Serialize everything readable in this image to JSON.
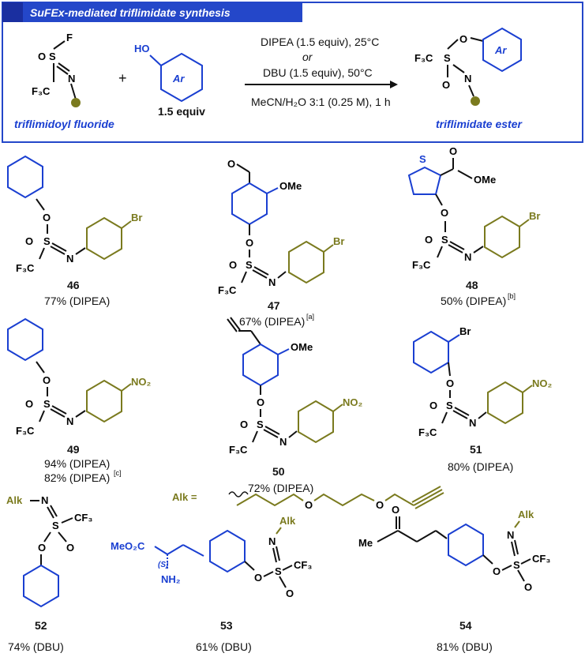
{
  "header": {
    "title": "SuFEx-mediated triflimidate synthesis"
  },
  "scheme": {
    "reagent_label": "triflimidoyl fluoride",
    "phenol_equiv": "1.5 equiv",
    "ar": "Ar",
    "conditions": {
      "line1": "DIPEA (1.5 equiv), 25°C",
      "or": "or",
      "line2": "DBU (1.5 equiv), 50°C",
      "line3": "MeCN/H₂O 3:1 (0.25 M), 1 h"
    },
    "product_label": "triflimidate ester",
    "plus": "+"
  },
  "atoms": {
    "F": "F",
    "S": "S",
    "O": "O",
    "N": "N",
    "CF3": "F₃C",
    "CF3r": "CF₃",
    "HO": "HO",
    "Br": "Br",
    "NO2": "NO₂",
    "OMe": "OMe",
    "Me": "Me",
    "MeO2C": "MeO₂C",
    "NH2": "NH₂",
    "S_stereo": "(S)",
    "Alk": "Alk",
    "Alk_eq": "Alk ="
  },
  "compounds": [
    {
      "id": "46",
      "yield": "77% (DIPEA)"
    },
    {
      "id": "47",
      "yield": "67% (DIPEA)",
      "note": "[a]"
    },
    {
      "id": "48",
      "yield": "50% (DIPEA)",
      "note": "[b]"
    },
    {
      "id": "49",
      "yield": "94% (DIPEA)",
      "yield2": "82% (DIPEA)",
      "note2": "[c]"
    },
    {
      "id": "50",
      "yield": "72% (DIPEA)"
    },
    {
      "id": "51",
      "yield": "80% (DIPEA)"
    },
    {
      "id": "52",
      "yield": "74% (DBU)"
    },
    {
      "id": "53",
      "yield": "61% (DBU)"
    },
    {
      "id": "54",
      "yield": "81% (DBU)"
    }
  ],
  "colors": {
    "blue": "#1a3fd1",
    "olive": "#7a7a1e",
    "header_bg": "#2447c9"
  }
}
